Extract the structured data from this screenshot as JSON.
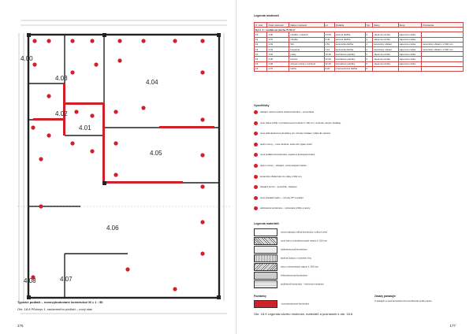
{
  "left_page": {
    "rooms": [
      "4.00",
      "4.03",
      "4.04",
      "4.02",
      "4.01",
      "4.05",
      "4.06",
      "4.08",
      "4.07"
    ],
    "caption_title": "Typické podlaží – novovybudované konstrukce   M = 1 : 50",
    "caption_sub": "Obr. 18.8  Půdorys 1. nadzemního podlaží – nový stav",
    "page_number": "176"
  },
  "right_page": {
    "legend_title": "Legenda místností",
    "legend_header": [
      "Č. míst.",
      "Číslo místnosti",
      "Název místnosti",
      "m²",
      "Podlaha",
      "Typ",
      "Stěny",
      "Strop",
      "Poznámka"
    ],
    "legend_floor": "Byt č. 3 = podlahová plocha 75,63 m²",
    "legend_rows": [
      [
        "19",
        "4.00",
        "chodba + zádveří",
        "13,09",
        "pěnová dlažba",
        "3",
        "vápenná omítka",
        "vápenná omítka",
        ""
      ],
      [
        "19",
        "4.01",
        "chodba",
        "6,40",
        "pěnová dlažba",
        "3",
        "vápenná omítka",
        "vápenná omítka",
        ""
      ],
      [
        "19",
        "4.02",
        "WC",
        "2,51",
        "keramická dlažba",
        "4",
        "keramický obklad",
        "vápenná omítka",
        "keramický obklad v 2 000 mm"
      ],
      [
        "19",
        "4.03",
        "koupelna",
        "7,16",
        "keramická dlažba",
        "4",
        "keramický obklad",
        "vápenná omítka",
        "keramický obklad v 2 000 mm"
      ],
      [
        "19",
        "4.04",
        "pokoj",
        "13,30",
        "laminátové palubky",
        "5",
        "vápenná omítka",
        "vápenná omítka",
        ""
      ],
      [
        "19",
        "4.05",
        "ložnice",
        "12,60",
        "laminátové palubky",
        "5",
        "vápenná omítka",
        "vápenná omítka",
        ""
      ],
      [
        "19",
        "4.06",
        "obývací pokoj + kuchyně",
        "22,46",
        "laminátové palubky",
        "5",
        "vápenná omítka",
        "vápenná omítka",
        ""
      ],
      [
        "19",
        "4.07",
        "lodžie",
        "3,20",
        "mrazuvzdorná dlažba",
        "6",
        "",
        "",
        ""
      ]
    ],
    "notes_title": "Vysvětlivky",
    "notes": [
      "stávající nosná ocelová svislá konstrukce – ponechána",
      "nové zděné příčky z pórobetonových tvárnic tl. 100 mm, omítnuté, stropní překlady",
      "nové sádrokartonové předstěny pro rozvody instalací, výška dle výkresu",
      "dveřní otvory – nové zárubně, dveře dle výpisu prvků",
      "nová podlahová konstrukce, tepelná a kročejová izolace",
      "okenní otvory – stávající, nová parapetní deska",
      "keramický obklad stěn do výšky 2 000 mm",
      "stávající komín – ponechán, zaslepen",
      "nové instalační jádro – rozvody ZTI a elektro",
      "odstraněné konstrukce – vybourané příčky a otvory"
    ],
    "materials_title": "Legenda materiálů",
    "materials": [
      "nosná stávající zděná konstrukce z plných cihel",
      "nové zdivo z pórobetonových tvárnic tl. 100 mm",
      "sádrokartonová konstrukce",
      "tepelná izolace z minerální vlny",
      "zdivo z keramických tvárnic tl. 300 mm",
      "železobetonová konstrukce",
      "podlahová konstrukce – betonová mazanina"
    ],
    "legend_bottom_left": "Poznámky",
    "legend_bottom_right": "Zásady pamatujte",
    "legend_bottom_swatch": "novovybudované konstrukce",
    "legend_bottom_note": "U stávající a nové konstrukce lze kombinovat podle popisu",
    "caption": "Obr. 18.9  Legenda návrhu místností, materiálů a poznámek k obr. 18.8",
    "page_number": "177"
  },
  "colors": {
    "accent": "#d0202a",
    "wall": "#222222"
  }
}
